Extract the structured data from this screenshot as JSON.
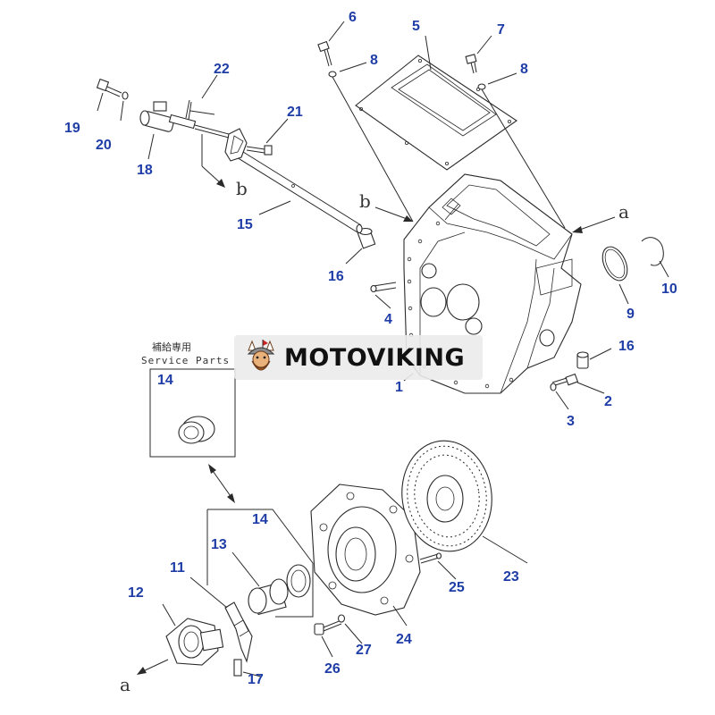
{
  "service_parts": {
    "japanese": "補給専用",
    "english": "Service Parts"
  },
  "watermark": {
    "brand": "MOTOVIKING",
    "logo_icon": "viking-mascot-icon"
  },
  "reference_letters": [
    "a",
    "b",
    "b",
    "a"
  ],
  "part_labels": [
    "1",
    "2",
    "3",
    "4",
    "5",
    "6",
    "7",
    "8",
    "8",
    "9",
    "10",
    "11",
    "12",
    "13",
    "14",
    "14",
    "15",
    "16",
    "16",
    "17",
    "18",
    "19",
    "20",
    "21",
    "22",
    "23",
    "24",
    "25",
    "26",
    "27"
  ],
  "colors": {
    "label": "#1f3da6",
    "line": "#2a2a2a",
    "background": "#ffffff",
    "banner": "#ebebeb"
  }
}
